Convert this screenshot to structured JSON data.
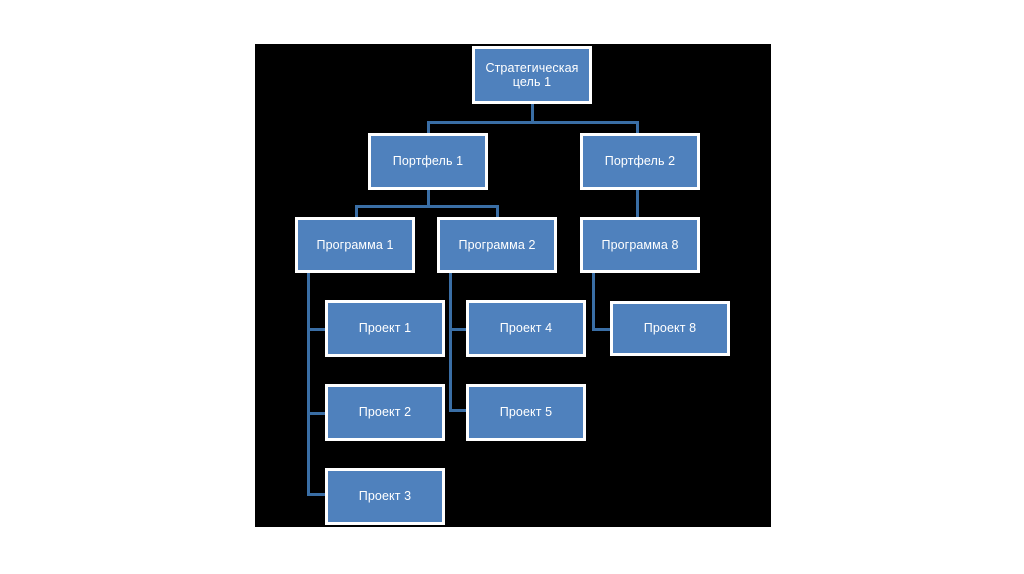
{
  "canvas": {
    "background": "#000000",
    "page_background": "#ffffff",
    "node_fill": "#4f81bd",
    "node_border": "#ffffff",
    "connector_color": "#3a6ea5",
    "text_color": "#ffffff"
  },
  "diagram": {
    "type": "hierarchy-tree",
    "levels": [
      "strategic-goal",
      "portfolio",
      "program",
      "project"
    ],
    "nodes": {
      "goal1": {
        "label": "Стратегическая\nцель 1",
        "level": "strategic-goal"
      },
      "portfolio1": {
        "label": "Портфель 1",
        "level": "portfolio"
      },
      "portfolio2": {
        "label": "Портфель 2",
        "level": "portfolio"
      },
      "program1": {
        "label": "Программа 1",
        "level": "program"
      },
      "program2": {
        "label": "Программа 2",
        "level": "program"
      },
      "program8": {
        "label": "Программа 8",
        "level": "program"
      },
      "project1": {
        "label": "Проект 1",
        "level": "project"
      },
      "project2": {
        "label": "Проект 2",
        "level": "project"
      },
      "project3": {
        "label": "Проект 3",
        "level": "project"
      },
      "project4": {
        "label": "Проект 4",
        "level": "project"
      },
      "project5": {
        "label": "Проект 5",
        "level": "project"
      },
      "project8": {
        "label": "Проект 8",
        "level": "project"
      }
    },
    "edges": [
      {
        "from": "goal1",
        "to": "portfolio1"
      },
      {
        "from": "goal1",
        "to": "portfolio2"
      },
      {
        "from": "portfolio1",
        "to": "program1"
      },
      {
        "from": "portfolio1",
        "to": "program2"
      },
      {
        "from": "portfolio2",
        "to": "program8"
      },
      {
        "from": "program1",
        "to": "project1"
      },
      {
        "from": "program1",
        "to": "project2"
      },
      {
        "from": "program1",
        "to": "project3"
      },
      {
        "from": "program2",
        "to": "project4"
      },
      {
        "from": "program2",
        "to": "project5"
      },
      {
        "from": "program8",
        "to": "project8"
      }
    ]
  }
}
